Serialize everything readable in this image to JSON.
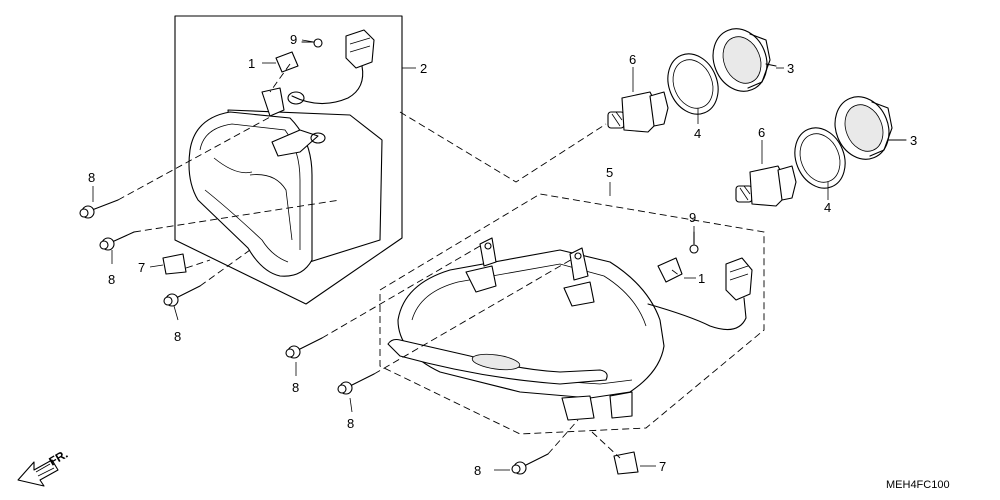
{
  "callouts": {
    "c1a": "1",
    "c1b": "1",
    "c2": "2",
    "c3a": "3",
    "c3b": "3",
    "c4a": "4",
    "c4b": "4",
    "c5": "5",
    "c6a": "6",
    "c6b": "6",
    "c7a": "7",
    "c7b": "7",
    "c8a": "8",
    "c8b": "8",
    "c8c": "8",
    "c8d": "8",
    "c8e": "8",
    "c8f": "8",
    "c9a": "9",
    "c9b": "9"
  },
  "direction_label": "FR.",
  "diagram_code": "MEH4FC100"
}
